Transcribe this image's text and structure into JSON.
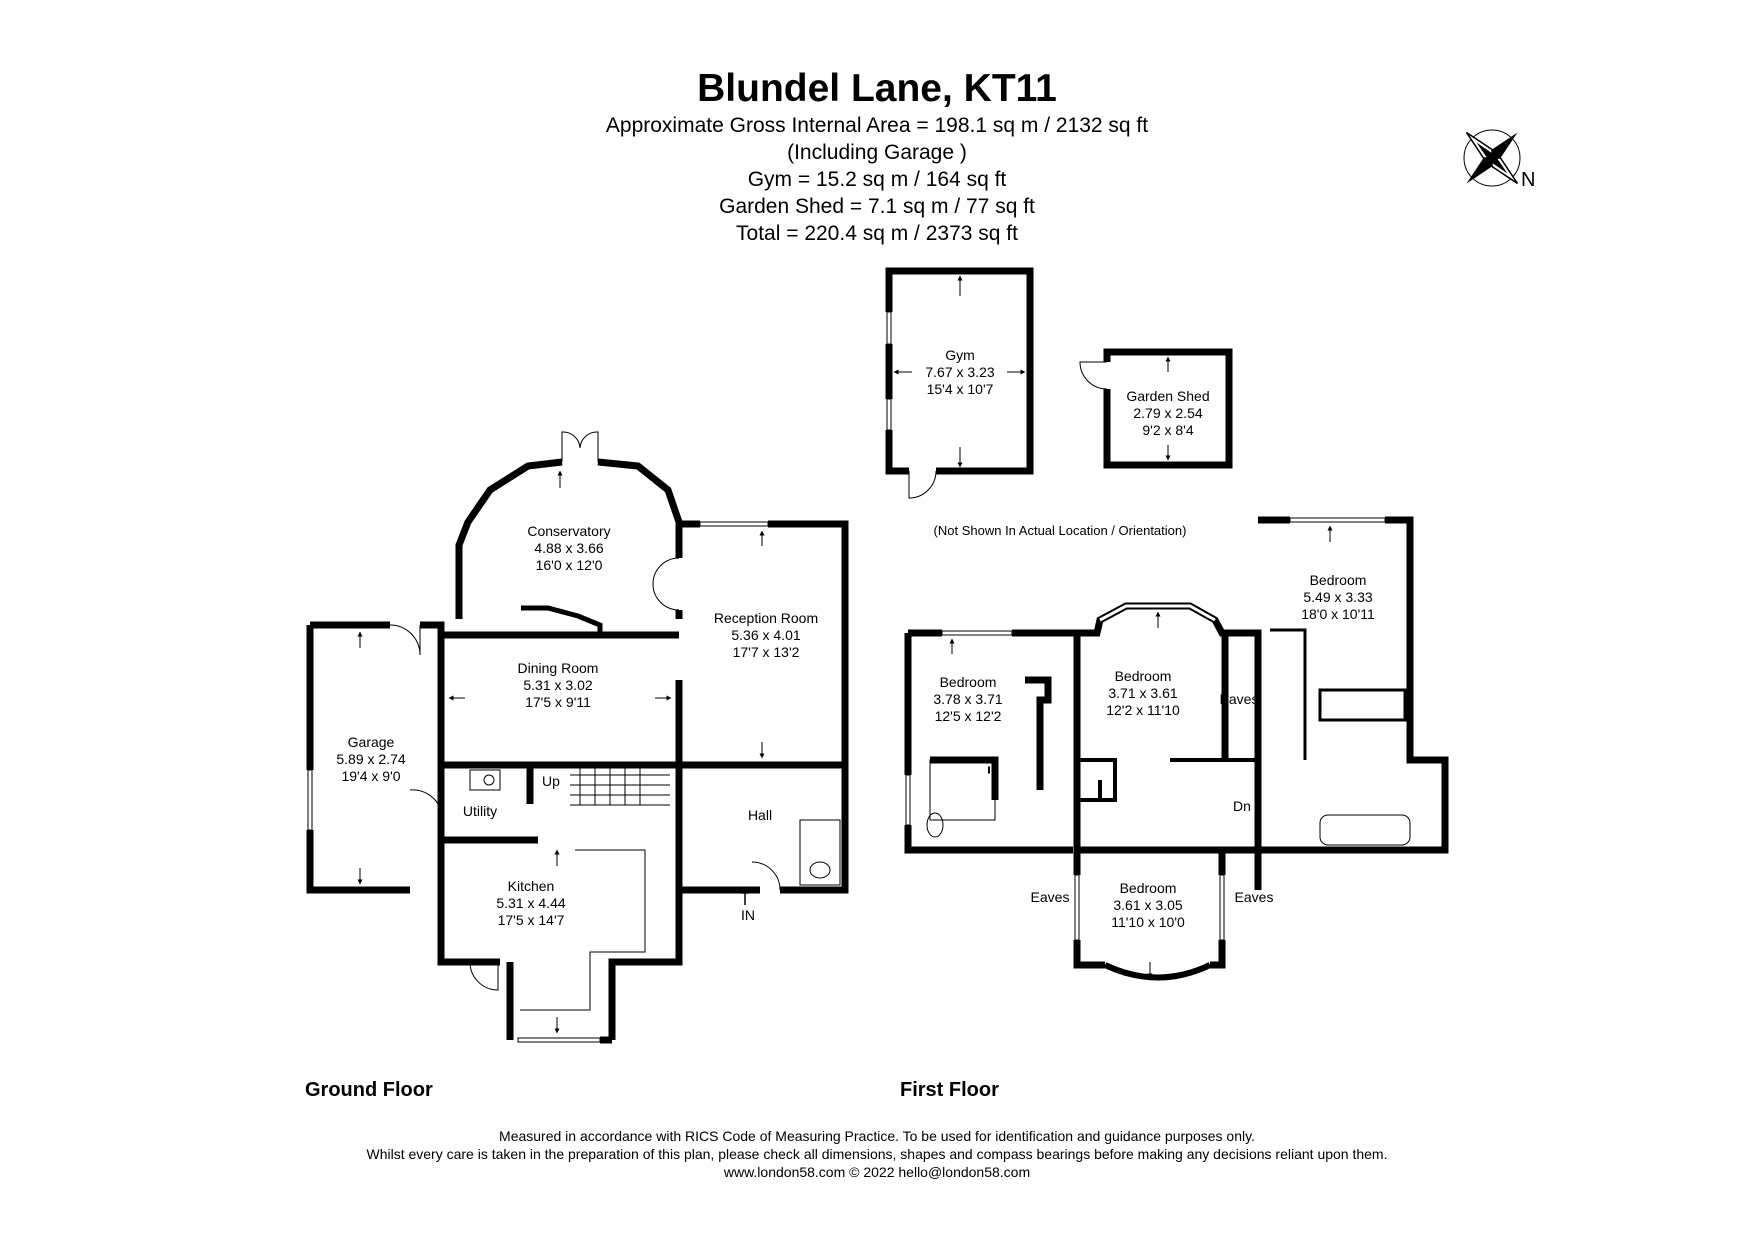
{
  "header": {
    "title": "Blundel Lane, KT11",
    "lines": [
      "Approximate Gross Internal Area = 198.1 sq m / 2132 sq ft",
      "(Including Garage )",
      "Gym = 15.2 sq m / 164 sq ft",
      "Garden Shed = 7.1 sq m / 77 sq ft",
      "Total = 220.4 sq m / 2373 sq ft"
    ]
  },
  "compass": {
    "label": "N"
  },
  "outbuildings": {
    "gym": {
      "name": "Gym",
      "metric": "7.67 x 3.23",
      "imperial": "15'4 x 10'7"
    },
    "shed": {
      "name": "Garden Shed",
      "metric": "2.79 x 2.54",
      "imperial": "9'2 x 8'4"
    },
    "note": "(Not Shown In Actual Location / Orientation)"
  },
  "ground_floor": {
    "label": "Ground Floor",
    "rooms": {
      "conservatory": {
        "name": "Conservatory",
        "metric": "4.88 x 3.66",
        "imperial": "16'0 x 12'0"
      },
      "reception": {
        "name": "Reception Room",
        "metric": "5.36 x 4.01",
        "imperial": "17'7 x 13'2"
      },
      "dining": {
        "name": "Dining Room",
        "metric": "5.31 x 3.02",
        "imperial": "17'5 x 9'11"
      },
      "garage": {
        "name": "Garage",
        "metric": "5.89 x 2.74",
        "imperial": "19'4 x 9'0"
      },
      "kitchen": {
        "name": "Kitchen",
        "metric": "5.31 x 4.44",
        "imperial": "17'5 x 14'7"
      }
    },
    "labels": {
      "utility": "Utility",
      "up": "Up",
      "hall": "Hall",
      "in": "IN"
    }
  },
  "first_floor": {
    "label": "First Floor",
    "rooms": {
      "bed1": {
        "name": "Bedroom",
        "metric": "3.78 x 3.71",
        "imperial": "12'5 x 12'2"
      },
      "bed2": {
        "name": "Bedroom",
        "metric": "3.71 x 3.61",
        "imperial": "12'2 x 11'10"
      },
      "bed3": {
        "name": "Bedroom",
        "metric": "5.49 x 3.33",
        "imperial": "18'0 x 10'11"
      },
      "bed4": {
        "name": "Bedroom",
        "metric": "3.61 x 3.05",
        "imperial": "11'10 x 10'0"
      }
    },
    "labels": {
      "eaves_top": "Eaves",
      "eaves_left": "Eaves",
      "eaves_right": "Eaves",
      "dn": "Dn"
    }
  },
  "footer": {
    "lines": [
      "Measured in accordance with RICS Code of Measuring Practice. To be used for identification and guidance purposes only.",
      "Whilst every care is taken in the preparation of this plan, please check all dimensions, shapes and compass bearings before making any decisions reliant upon them.",
      "www.london58.com © 2022 hello@london58.com"
    ]
  }
}
